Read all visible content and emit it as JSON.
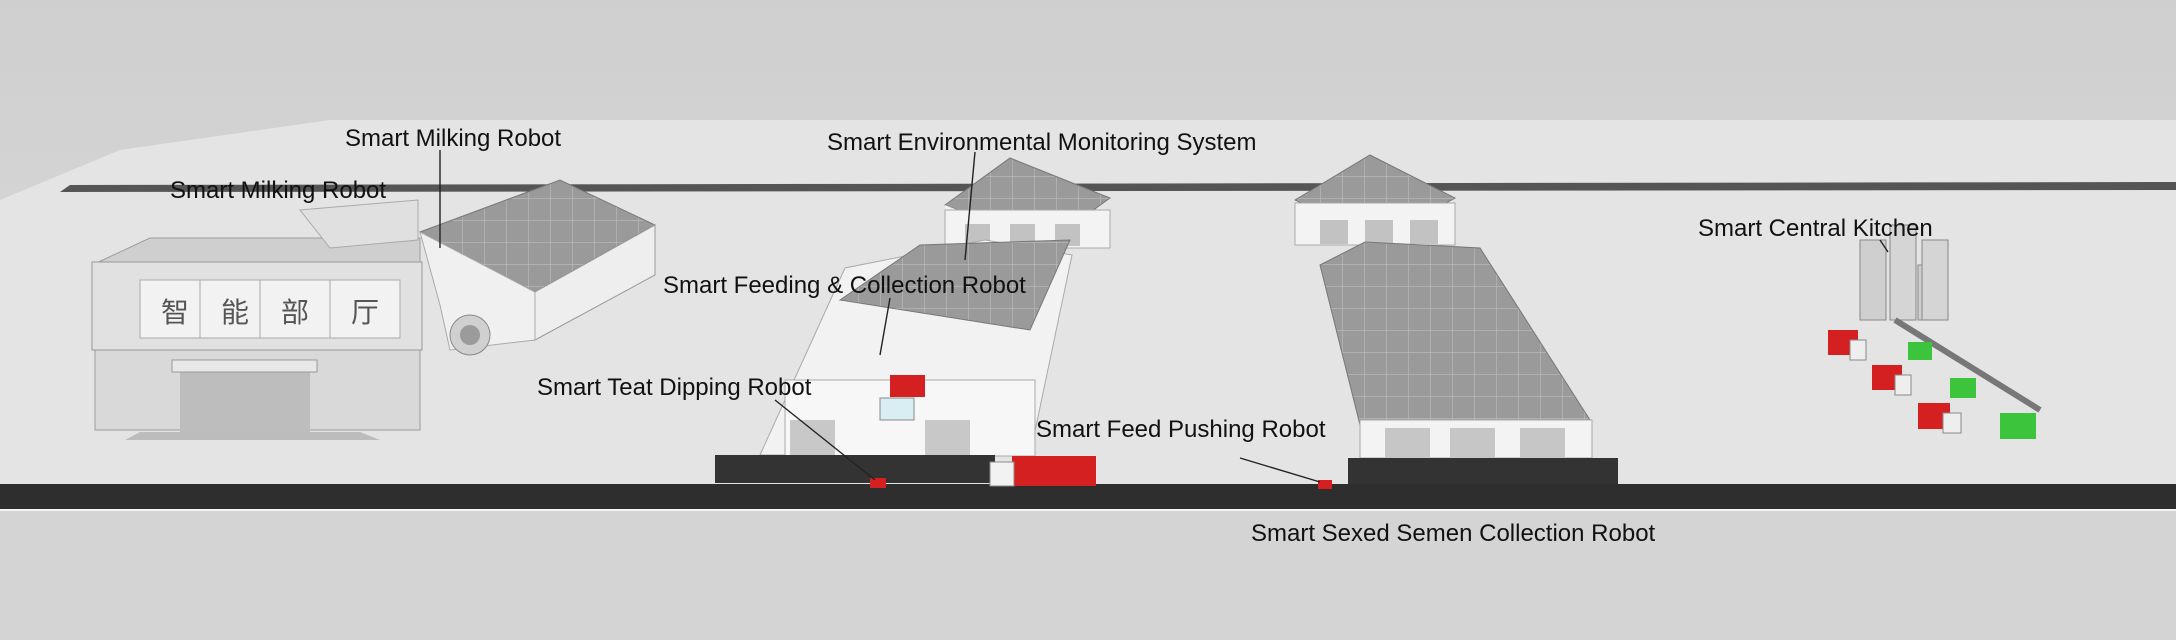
{
  "labels": {
    "milking_robot_top": "Smart Milking Robot",
    "milking_robot_left": "Smart Milking Robot",
    "environmental_monitoring": "Smart Environmental Monitoring System",
    "feeding_collection": "Smart Feeding & Collection Robot",
    "teat_dipping": "Smart Teat Dipping Robot",
    "feed_pushing": "Smart Feed Pushing Robot",
    "central_kitchen": "Smart Central Kitchen",
    "sexed_semen": "Smart Sexed Semen Collection Robot"
  },
  "building_sign": [
    "智",
    "能",
    "部",
    "厅"
  ],
  "colors": {
    "ground": "#e6e6e6",
    "sky": "#d6d6d6",
    "road": "#2e2e2e",
    "roof": "#8a8a8a",
    "wall": "#f2f2f2",
    "robot_red": "#d42020",
    "bin_green": "#3cc43c"
  }
}
